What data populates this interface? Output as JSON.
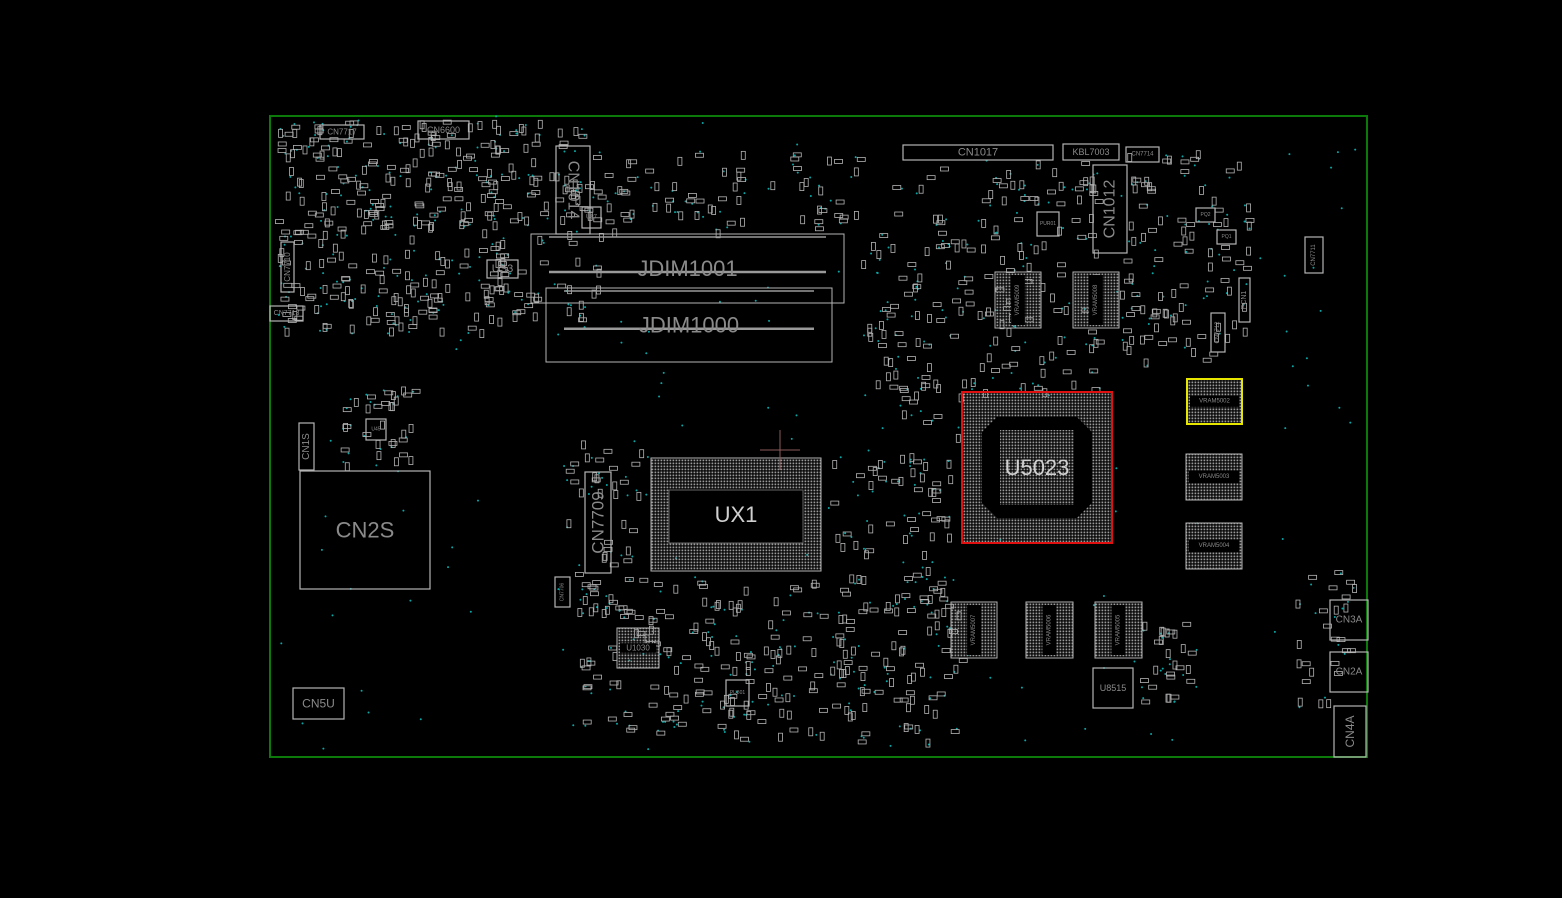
{
  "viewer": {
    "board_outline_color": "#0b7a0b",
    "part_color": "#b4b4b4",
    "label_color": "#8a8a8a",
    "via_color": "#0aa5a5",
    "selected_highlight_color": "#e01010",
    "hover_highlight_color": "#e6e600"
  },
  "components": {
    "CN7717": "CN7717",
    "CN6600": "CN6600",
    "CN1014": "CN1014",
    "US3": "US3",
    "U87": "U87",
    "CN7710": "CN7710",
    "CN7713": "CN7713",
    "JDIM1001": "JDIM1001",
    "JDIM1000": "JDIM1000",
    "CN1017": "CN1017",
    "KBL7003": "KBL7003",
    "CN7714": "CN7714",
    "CN1012": "CN1012",
    "CN7711": "CN7711",
    "PCN1": "PCN1",
    "CN7712": "CN7712",
    "PQ2": "PQ2",
    "PQ1": "PQ1",
    "PUR01": "PUR01",
    "VRAM5009": "VRAM5009",
    "VRAM5008": "VRAM5008",
    "VRAM5002": "VRAM5002",
    "U5023": "U5023",
    "VRAM5003": "VRAM5003",
    "VRAM5004": "VRAM5004",
    "UX1": "UX1",
    "CN7709": "CN7709",
    "CN2S": "CN2S",
    "CN1S": "CN1S",
    "U45": "U45",
    "CN7706": "CN7706",
    "U1030": "U1030",
    "PU801": "PU801",
    "VRAM5007": "VRAM5007",
    "VRAM5006": "VRAM5006",
    "VRAM5005": "VRAM5005",
    "U8515": "U8515",
    "CN5U": "CN5U",
    "CN3A": "CN3A",
    "CN2A": "CN2A",
    "CN4A": "CN4A"
  },
  "selection": {
    "selected": "U5023",
    "hovered": "VRAM5002"
  }
}
